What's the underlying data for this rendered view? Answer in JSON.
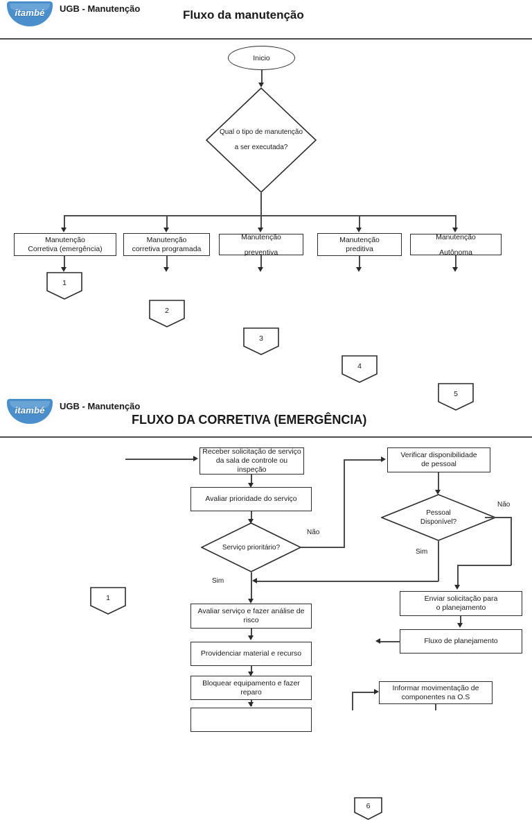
{
  "document": {
    "sections": [
      {
        "id": "section-1",
        "header": {
          "logo_text": "itambé",
          "unit": "UGB - Manutenção",
          "title": "Fluxo da manutenção"
        },
        "nodes": {
          "start": "Inicio",
          "decision_line1": "Qual o tipo de manutenção",
          "decision_line2": "a ser executada?",
          "types": [
            {
              "line1": "Manutenção",
              "line2": "Corretiva (emergência)",
              "connector": "1"
            },
            {
              "line1": "Manutenção",
              "line2": "corretiva programada",
              "connector": "2"
            },
            {
              "line1": "Manutenção",
              "line2": "preventiva",
              "connector": "3"
            },
            {
              "line1": "Manutenção",
              "line2": "preditiva",
              "connector": "4"
            },
            {
              "line1": "Manutenção",
              "line2": "Autônoma",
              "connector": "5"
            }
          ]
        }
      },
      {
        "id": "section-2",
        "header": {
          "logo_text": "itambé",
          "unit": "UGB - Manutenção",
          "title": "FLUXO DA CORRETIVA (EMERGÊNCIA)"
        },
        "nodes": {
          "entry_connector": "1",
          "receber": "Receber solicitação de serviço da sala de controle ou inspeção",
          "avaliar_prioridade": "Avaliar prioridade do serviço",
          "servico_prioritario": "Serviço prioritário?",
          "verificar_line1": "Verificar disponibilidade",
          "verificar_line2": "de pessoal",
          "pessoal_line1": "Pessoal",
          "pessoal_line2": "Disponível?",
          "enviar_line1": "Enviar solicitação para",
          "enviar_line2": "o planejamento",
          "fluxo_planejamento": "Fluxo de planejamento",
          "planejamento_connector": "6",
          "avaliar_risco": "Avaliar serviço e fazer análise de risco",
          "providenciar": "Providenciar material e recurso",
          "bloquear": "Bloquear equipamento e fazer reparo",
          "informar_line1": "Informar movimentação de",
          "informar_line2": "componentes na O.S",
          "labels": {
            "nao_prioritario": "Não",
            "sim_prioritario": "Sim",
            "nao_pessoal": "Não",
            "sim_pessoal": "Sim"
          }
        }
      }
    ],
    "colors": {
      "logo_blue": "#4a8fcc",
      "line": "#4a4a4a",
      "stroke": "#2b2b2b",
      "text": "#1a1a1a",
      "rule": "#4d4d4d"
    }
  }
}
